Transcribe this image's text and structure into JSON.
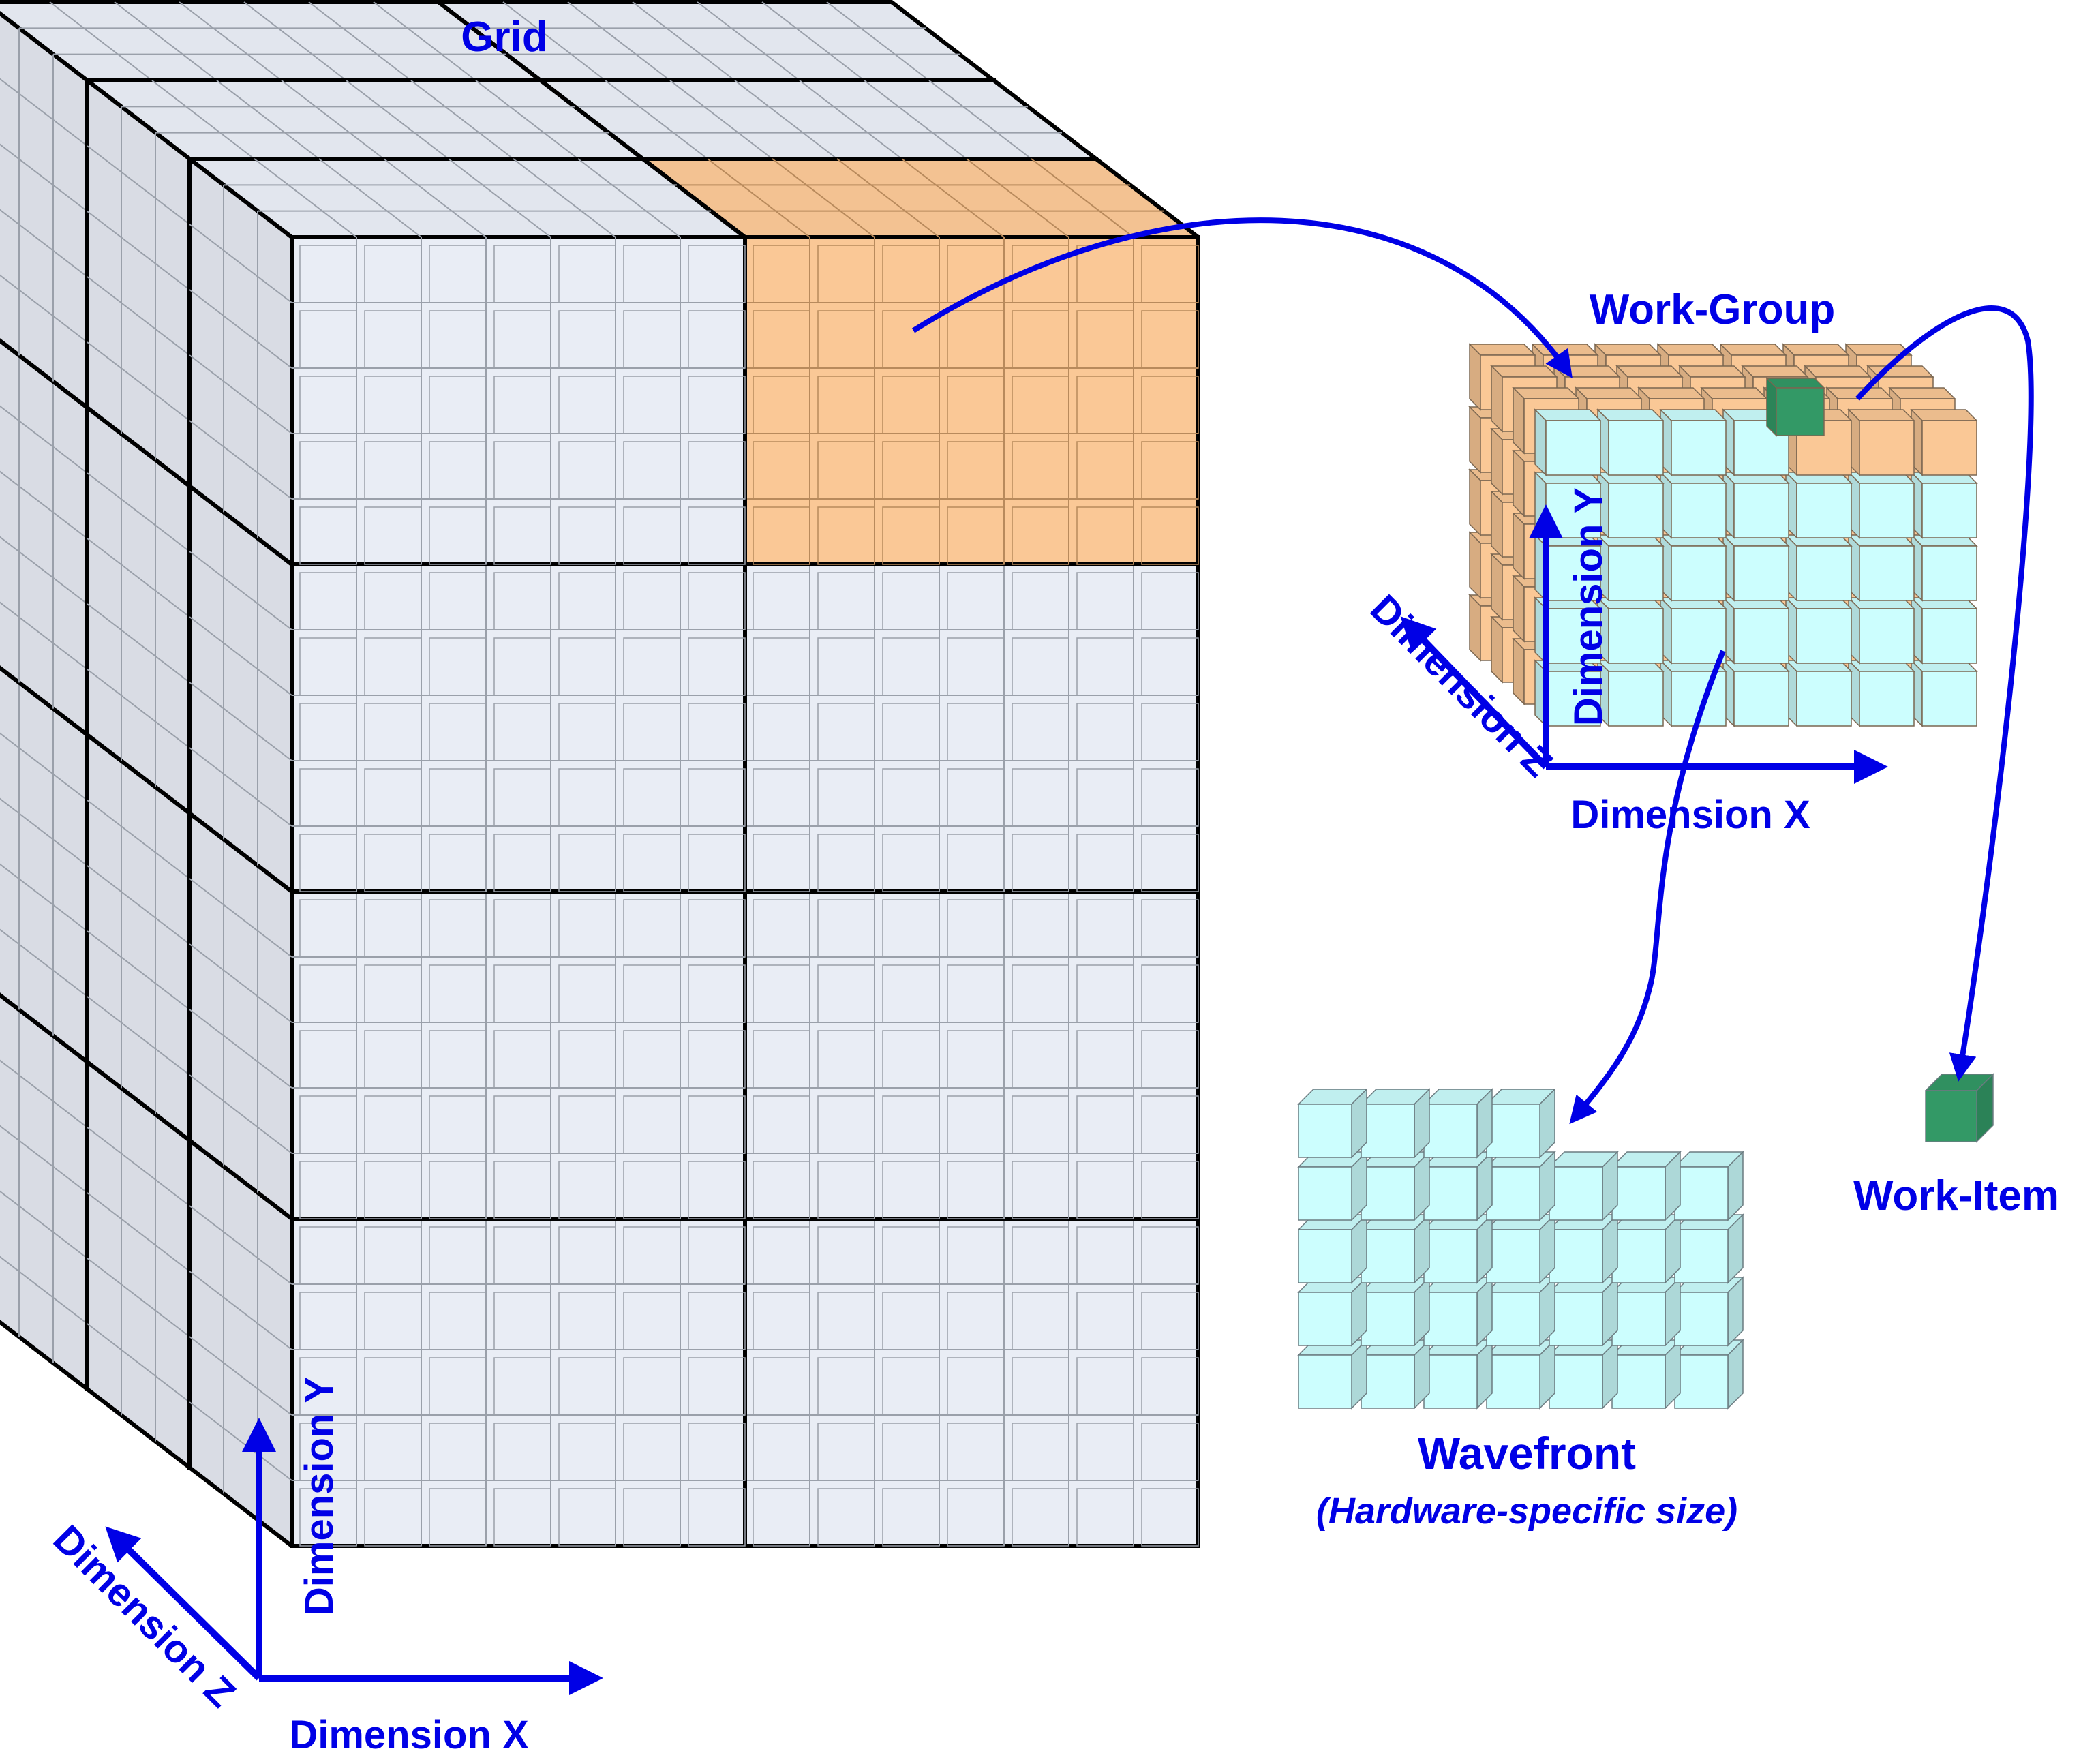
{
  "labels": {
    "grid": "Grid",
    "work_group": "Work-Group",
    "work_item": "Work-Item",
    "wavefront": "Wavefront",
    "wavefront_note": "(Hardware-specific size)",
    "dim_x": "Dimension X",
    "dim_y": "Dimension Y",
    "dim_z": "Dimension Z"
  },
  "colors": {
    "text_blue": "#0000e6",
    "block_gray": "#e9edf5",
    "block_orange": "#fac896",
    "cell_cyan": "#ccfefe",
    "work_item_green": "#339966",
    "outline": "#000000"
  }
}
